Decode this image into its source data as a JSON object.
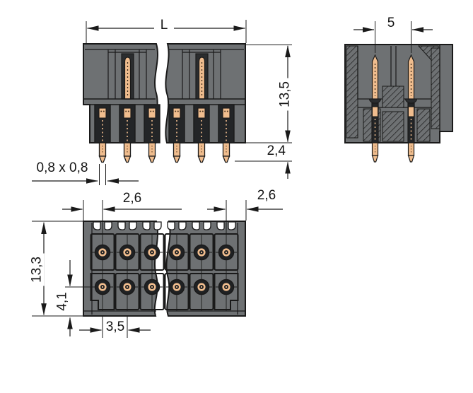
{
  "drawing": {
    "type": "technical-dimension-drawing",
    "subject": "pin header connector, dual row, angled solder pins",
    "colors": {
      "body": "#6e7173",
      "slot": "#232527",
      "pin_copper": "#f0bd8e",
      "line": "#1a1a1a",
      "background": "#ffffff"
    },
    "views": {
      "front": {
        "name": "front-view",
        "dims": {
          "overall_length": "L",
          "housing_height": "13,5",
          "pin_protrusion": "2,4",
          "pin_cross_section": "0,8 x 0,8"
        }
      },
      "side": {
        "name": "side-section-view",
        "dims": {
          "row_spacing": "5"
        }
      },
      "bottom": {
        "name": "bottom-view",
        "dims": {
          "edge_to_first_pin": "2,6",
          "last_pin_to_edge": "2,6",
          "housing_depth": "13,3",
          "row_to_edge": "4,1",
          "pin_pitch": "3,5"
        }
      }
    }
  }
}
